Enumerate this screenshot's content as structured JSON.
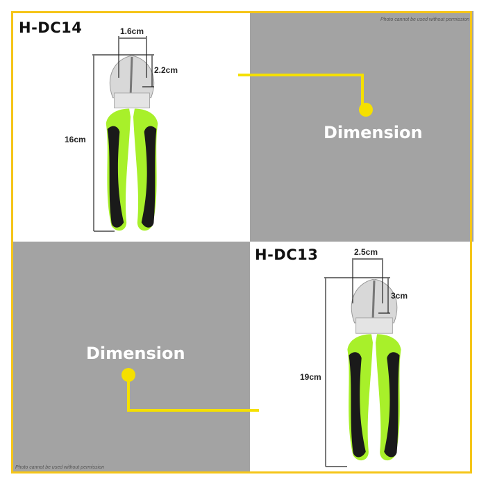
{
  "colors": {
    "border": "#f5c518",
    "panel_gray": "#a3a3a3",
    "accent_yellow": "#f5e000",
    "handle_green": "#a8f02a",
    "handle_black": "#1a1a1a"
  },
  "top_product": {
    "model": "H-DC14",
    "jaw_width": "1.6cm",
    "jaw_height": "2.2cm",
    "length": "16cm"
  },
  "bottom_product": {
    "model": "H-DC13",
    "jaw_width": "2.5cm",
    "jaw_height": "3cm",
    "length": "19cm"
  },
  "callouts": [
    "Dimension",
    "Dimension"
  ],
  "watermarks": [
    "Photo cannot be used without permission",
    "Photo cannot be used without permission"
  ]
}
